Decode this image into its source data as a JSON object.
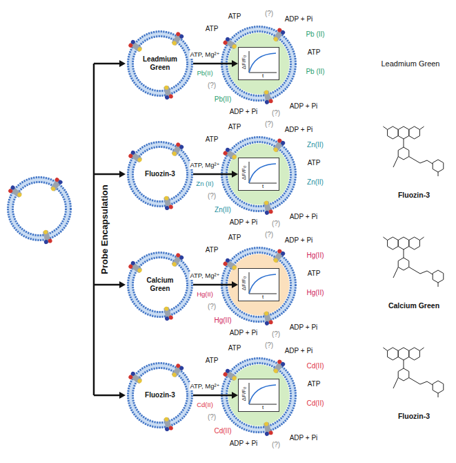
{
  "diagram": {
    "nodes": [
      {
        "text": [
          "Leadmium Green"
        ]
      },
      {
        "text": [
          "ΔF/F₀",
          "t"
        ]
      },
      {
        "text": [
          "Fluozin-3"
        ]
      },
      {
        "text": [
          "ΔF/F₀",
          "t"
        ]
      },
      {
        "text": [
          "Calcium Green"
        ]
      },
      {
        "text": [
          "ΔF/F₀",
          "t"
        ]
      },
      {
        "text": [
          "Fluozin-3"
        ]
      },
      {
        "text": [
          "ΔF/F₀",
          "t"
        ]
      }
    ],
    "edges": [
      {
        "from": 0,
        "to": 1,
        "arrow": "to",
        "label": "ATP, Mg²⁺"
      },
      {
        "from": 2,
        "to": 3,
        "arrow": "to",
        "label": "ATP, Mg²⁺"
      },
      {
        "from": 4,
        "to": 5,
        "arrow": "to",
        "label": "ATP, Mg²⁺"
      },
      {
        "from": 6,
        "to": 7,
        "arrow": "to",
        "label": "ATP, Mg²⁺"
      }
    ],
    "labels": [
      "Probe Encapsulation",
      "Pb(II)",
      "ATP",
      "(?)",
      "ADP + Pi",
      "Pb (II)",
      "ATP",
      "ATP",
      "Pb (II)",
      "(?)",
      "Pb(II)",
      "ADP + Pi",
      "(?)",
      "ADP + Pi",
      "Leadmium Green",
      "Zn (II)",
      "ATP",
      "(?)",
      "ADP + Pi",
      "Zn(II)",
      "ATP",
      "ATP",
      "Zn(II)",
      "(?)",
      "Zn(II)",
      "ADP + Pi",
      "(?)",
      "ADP + Pi",
      "Fluozin-3",
      "Hg(II)",
      "ATP",
      "(?)",
      "ADP + Pi",
      "Hg(II)",
      "ATP",
      "ATP",
      "Hg(II)",
      "(?)",
      "Hg(II)",
      "ADP + Pi",
      "(?)",
      "ADP + Pi",
      "Calcium Green",
      "Cd(II)",
      "ATP",
      "(?)",
      "ADP + Pi",
      "Cd(II)",
      "ATP",
      "ATP",
      "Cd(II)",
      "(?)",
      "Cd(II)",
      "ADP + Pi",
      "(?)",
      "ADP + Pi",
      "Fluozin-3"
    ]
  }
}
